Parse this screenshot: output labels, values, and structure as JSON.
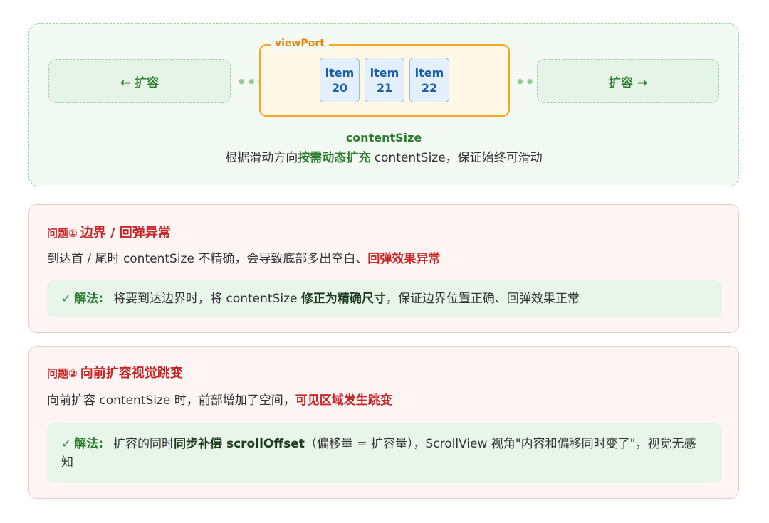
{
  "diagram": {
    "expand_left": "← 扩容",
    "expand_right": "扩容 →",
    "dots": "•••",
    "viewport_label": "viewPort",
    "items": [
      {
        "word": "item",
        "num": "20"
      },
      {
        "word": "item",
        "num": "21"
      },
      {
        "word": "item",
        "num": "22"
      }
    ],
    "content_size_title": "contentSize",
    "desc_pre": "根据滑动方向",
    "desc_bold": "按需动态扩充",
    "desc_post": " contentSize，保证始终可滑动"
  },
  "problems": [
    {
      "num": "问题①",
      "title": "边界 / 回弹异常",
      "desc_pre": "到达首 / 尾时 contentSize 不精确，会导致底部多出空白、",
      "desc_bold": "回弹效果异常",
      "check": "✓",
      "solution_label": "解法:",
      "solution_pre": "将要到达边界时，将 contentSize ",
      "solution_bold": "修正为精确尺寸",
      "solution_post": "，保证边界位置正确、回弹效果正常"
    },
    {
      "num": "问题②",
      "title": "向前扩容视觉跳变",
      "desc_pre": "向前扩容 contentSize 时，前部增加了空间，",
      "desc_bold": "可见区域发生跳变",
      "check": "✓",
      "solution_label": "解法:",
      "solution_pre": "扩容的同时",
      "solution_bold": "同步补偿 scrollOffset",
      "solution_post": "（偏移量 = 扩容量），ScrollView 视角\"内容和偏移同时变了\"，视觉无感知"
    }
  ],
  "colors": {
    "green": "#2e7d32",
    "orange": "#f5a623",
    "red": "#c62828",
    "blue": "#1a5fa8"
  }
}
